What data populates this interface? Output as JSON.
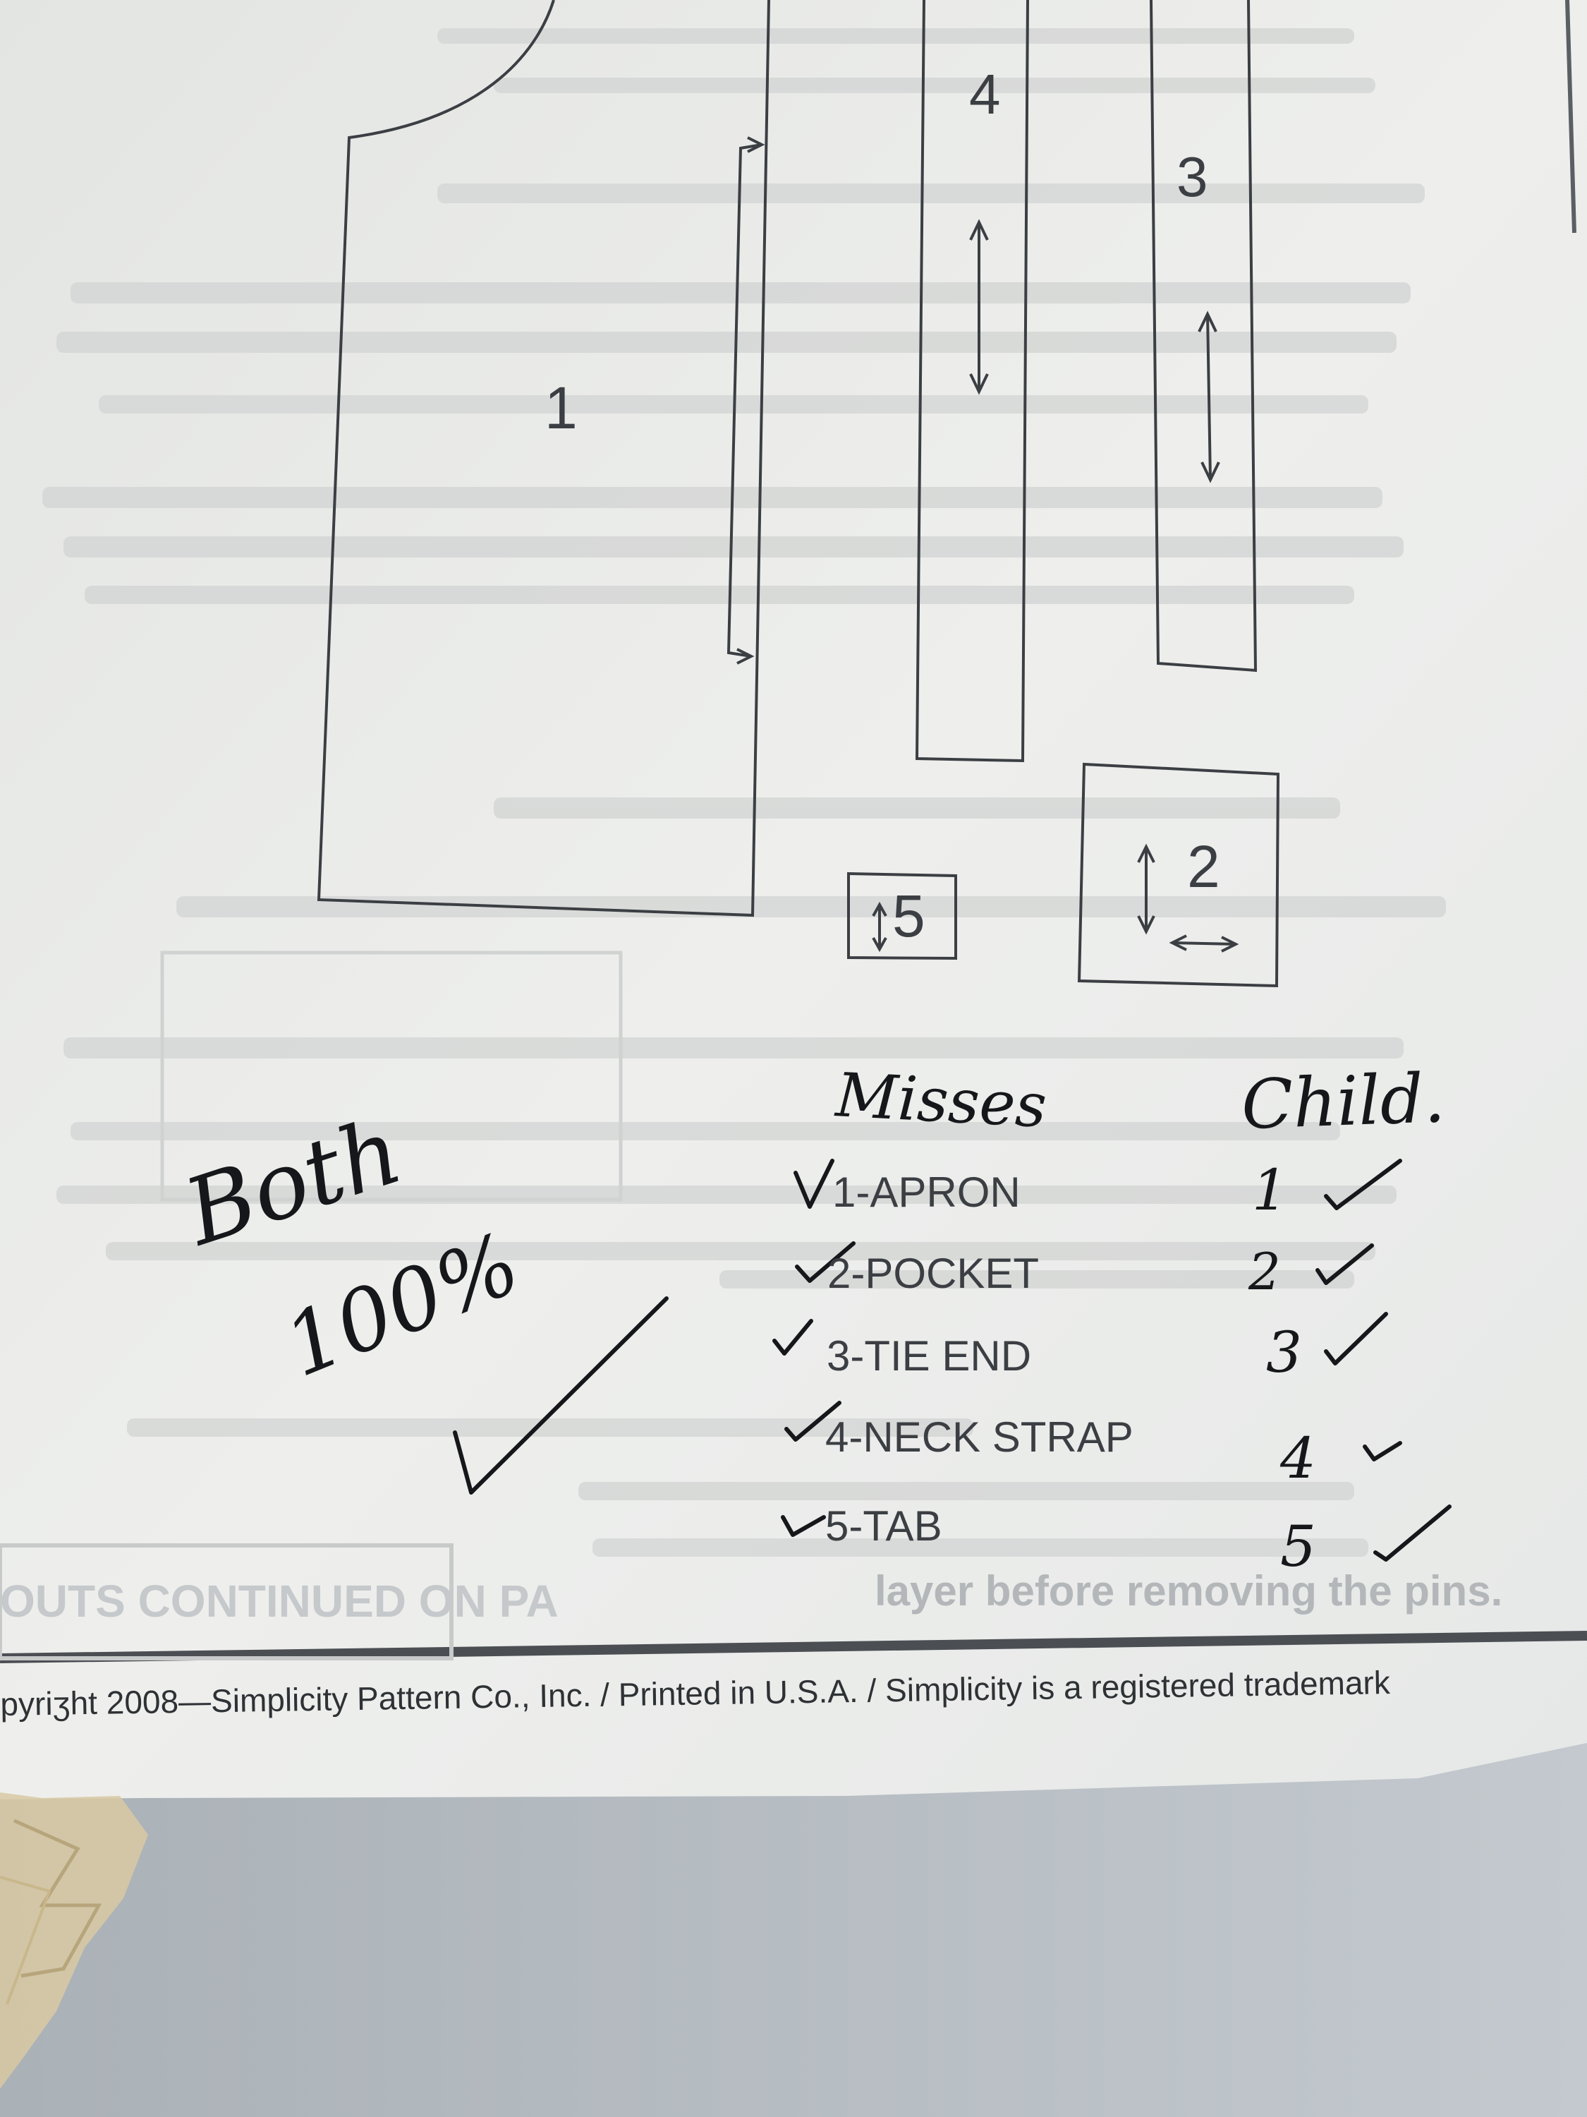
{
  "pattern": {
    "piece_labels": [
      "1",
      "2",
      "3",
      "4",
      "5"
    ],
    "cutting_list": [
      {
        "label": "1-APRON"
      },
      {
        "label": "2-POCKET"
      },
      {
        "label": "3-TIE END"
      },
      {
        "label": "4-NECK STRAP"
      },
      {
        "label": "5-TAB"
      }
    ],
    "footer": "pyriʒht 2008—Simplicity Pattern Co., Inc. / Printed in U.S.A. / Simplicity is a registered trademark",
    "bleed_text": {
      "continued": "OUTS CONTINUED ON PA",
      "instruction": "layer before removing the pins."
    }
  },
  "handwriting": {
    "misses_heading": "Misses",
    "child_heading": "Child.",
    "child_numbers": [
      "1",
      "2",
      "3",
      "4",
      "5"
    ],
    "note_line1": "Both",
    "note_line2": "100%"
  },
  "colors": {
    "paper": "#ecedeb",
    "print": "#3b3f43",
    "ink": "#15171a",
    "background": "#b9c0c6"
  }
}
